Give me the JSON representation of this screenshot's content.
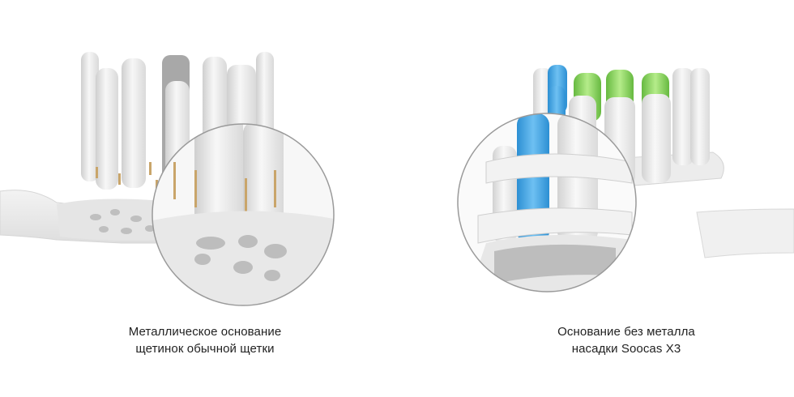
{
  "left": {
    "caption": {
      "line1": "Металлическое основание",
      "line2": "щетинок обычной щетки"
    }
  },
  "right": {
    "caption": {
      "line1": "Основание без металла",
      "line2": "насадки Soocas X3"
    }
  },
  "colors": {
    "background": "#ffffff",
    "head_plastic": "#e9e9e9",
    "bristle_white": "#eeeeee",
    "bristle_blue": "#3aa3e3",
    "bristle_green": "#86d35a",
    "metal_staple": "#c9a56a",
    "hole_gray": "#bdbdbd"
  }
}
